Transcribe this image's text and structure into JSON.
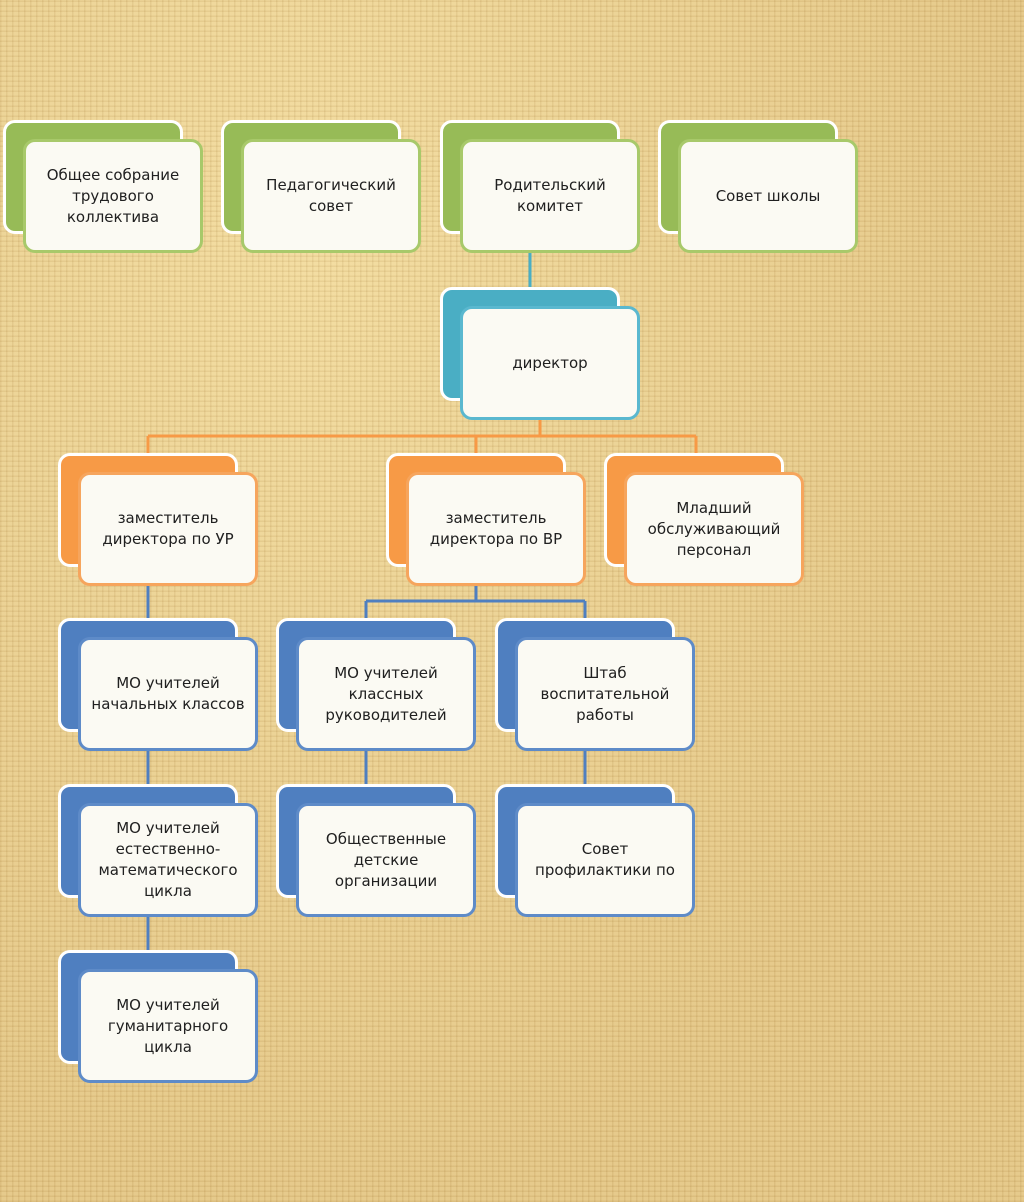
{
  "colors": {
    "governance": "#97bb57",
    "director": "#4aaec4",
    "deputies": "#f79a46",
    "departments": "#4f7fc0",
    "connector_top": "#4aaec4",
    "connector_director": "#f79a46",
    "connector_lower": "#4f7fc0"
  },
  "nodes": {
    "general_meeting": "Общее собрание трудового коллектива",
    "ped_council": "Педагогический совет",
    "parent_committee": "Родительский комитет",
    "school_council": "Совет школы",
    "director": "директор",
    "deputy_ur": "заместитель директора   по УР",
    "deputy_vr": "заместитель директора  по ВР",
    "junior_staff": "Младший обслуживающий персонал",
    "mo_primary": "МО учителей начальных классов",
    "mo_class_leaders": "МО учителей классных руководителей",
    "hq_upbringing": "Штаб воспитательной работы",
    "mo_science": "МО учителей естественно-математического цикла",
    "public_orgs": "Общественные детские организации",
    "prevention_council": "Совет профилактики по",
    "mo_humanities": "МО учителей гуманитарного цикла"
  }
}
